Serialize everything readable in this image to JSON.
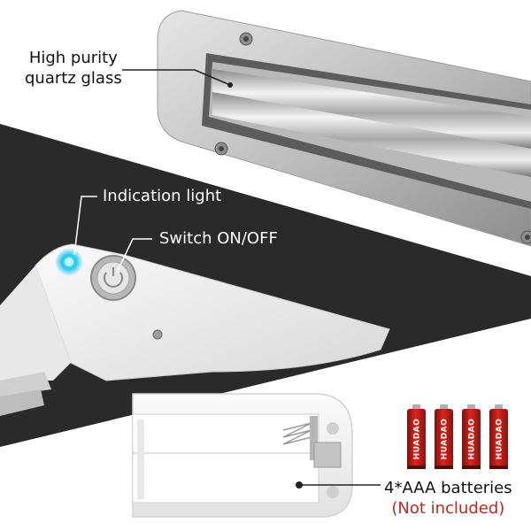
{
  "callouts": {
    "quartz": {
      "line1": "High purity",
      "line2": "quartz glass"
    },
    "indicator": "Indication light",
    "switch": "Switch ON/OFF",
    "batteries": {
      "line1": "4*AAA batteries",
      "line2": "(Not included)"
    }
  },
  "battery_brand": "HUADAO",
  "battery_count": 4,
  "colors": {
    "background_dark": "#2a2a2a",
    "device_body": "#f1f1f1",
    "stainless": "#c9c9c9",
    "indicator_light": "#27c7ef",
    "battery_red": "#c8231b",
    "not_included_text": "#c0281e"
  }
}
